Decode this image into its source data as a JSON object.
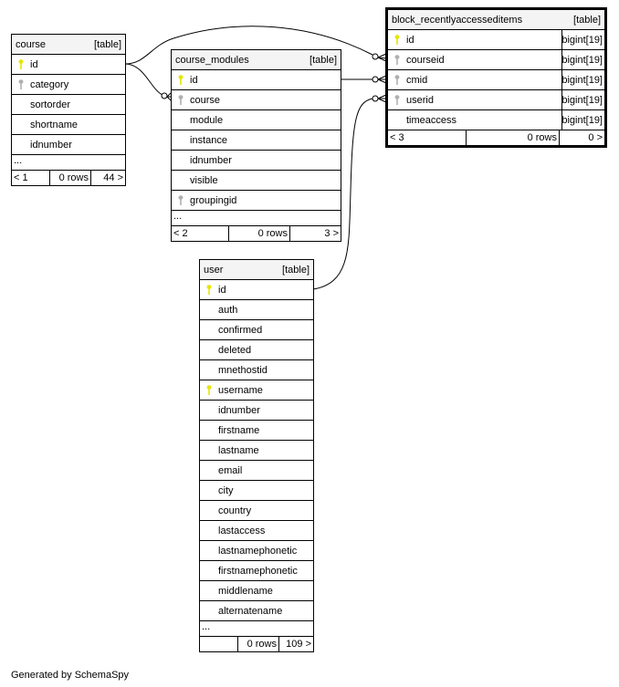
{
  "tables": [
    {
      "id": "course",
      "name": "course",
      "kind": "[table]",
      "columns": [
        {
          "name": "id",
          "key": "primary"
        },
        {
          "name": "category",
          "key": "foreign"
        },
        {
          "name": "sortorder",
          "key": ""
        },
        {
          "name": "shortname",
          "key": ""
        },
        {
          "name": "idnumber",
          "key": ""
        }
      ],
      "more": "...",
      "footer": [
        "< 1",
        "0 rows",
        "44 >"
      ]
    },
    {
      "id": "course_modules",
      "name": "course_modules",
      "kind": "[table]",
      "columns": [
        {
          "name": "id",
          "key": "primary"
        },
        {
          "name": "course",
          "key": "foreign"
        },
        {
          "name": "module",
          "key": ""
        },
        {
          "name": "instance",
          "key": ""
        },
        {
          "name": "idnumber",
          "key": ""
        },
        {
          "name": "visible",
          "key": ""
        },
        {
          "name": "groupingid",
          "key": "foreign"
        }
      ],
      "more": "...",
      "footer": [
        "< 2",
        "0 rows",
        "3 >"
      ]
    },
    {
      "id": "block_recentlyaccesseditems",
      "name": "block_recentlyaccesseditems",
      "kind": "[table]",
      "selected": true,
      "columns": [
        {
          "name": "id",
          "key": "primary",
          "type": "bigint[19]"
        },
        {
          "name": "courseid",
          "key": "foreign",
          "type": "bigint[19]"
        },
        {
          "name": "cmid",
          "key": "foreign",
          "type": "bigint[19]"
        },
        {
          "name": "userid",
          "key": "foreign",
          "type": "bigint[19]"
        },
        {
          "name": "timeaccess",
          "key": "",
          "type": "bigint[19]"
        }
      ],
      "footer": [
        "< 3",
        "0 rows",
        "0 >"
      ]
    },
    {
      "id": "user",
      "name": "user",
      "kind": "[table]",
      "columns": [
        {
          "name": "id",
          "key": "primary"
        },
        {
          "name": "auth",
          "key": ""
        },
        {
          "name": "confirmed",
          "key": ""
        },
        {
          "name": "deleted",
          "key": ""
        },
        {
          "name": "mnethostid",
          "key": ""
        },
        {
          "name": "username",
          "key": "primary"
        },
        {
          "name": "idnumber",
          "key": ""
        },
        {
          "name": "firstname",
          "key": ""
        },
        {
          "name": "lastname",
          "key": ""
        },
        {
          "name": "email",
          "key": ""
        },
        {
          "name": "city",
          "key": ""
        },
        {
          "name": "country",
          "key": ""
        },
        {
          "name": "lastaccess",
          "key": ""
        },
        {
          "name": "lastnamephonetic",
          "key": ""
        },
        {
          "name": "firstnamephonetic",
          "key": ""
        },
        {
          "name": "middlename",
          "key": ""
        },
        {
          "name": "alternatename",
          "key": ""
        }
      ],
      "more": "...",
      "footer": [
        "",
        "0 rows",
        "109 >"
      ]
    }
  ],
  "colors": {
    "primary_key": "#e6e600",
    "foreign_key": "#b0b0b0"
  },
  "generated_by": "Generated by SchemaSpy"
}
